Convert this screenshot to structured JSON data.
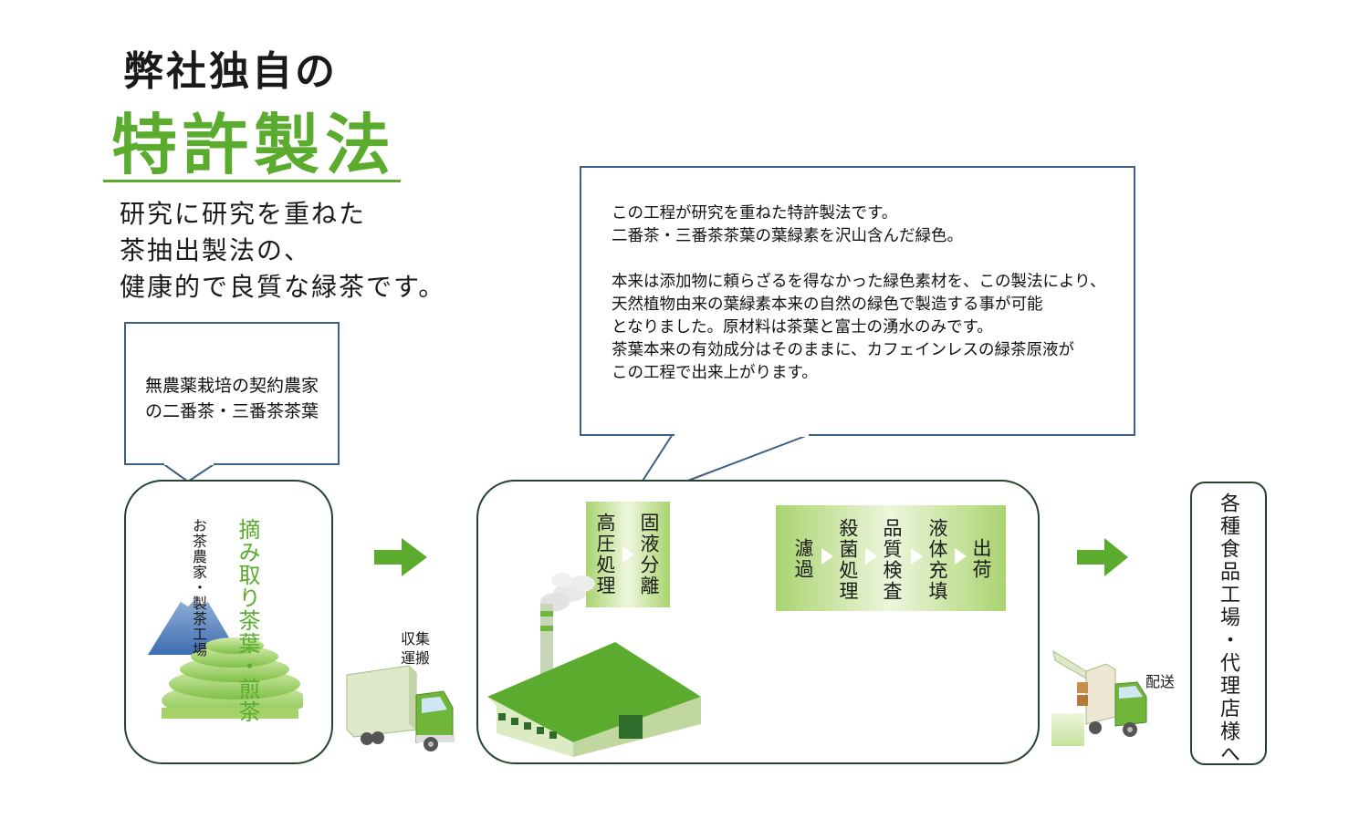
{
  "header": {
    "title_top": "弊社独自の",
    "title_main": "特許製法",
    "intro_lines": [
      "研究に研究を重ねた",
      "茶抽出製法の、",
      "健康的で良質な緑茶です。"
    ]
  },
  "callout_farm": {
    "lines": [
      "無農薬栽培の契約農家",
      "の二番茶・三番茶茶葉"
    ]
  },
  "callout_process": {
    "lines": [
      "この工程が研究を重ねた特許製法です。",
      "二番茶・三番茶茶葉の葉緑素を沢山含んだ緑色。",
      "",
      "本来は添加物に頼らざるを得なかった緑色素材を、この製法により、",
      "天然植物由来の葉緑素本来の自然の緑色で製造する事が可能",
      "となりました。原材料は茶葉と富士の湧水のみです。",
      "茶葉本来の有効成分はそのままに、カフェインレスの緑茶原液が",
      "この工程で出来上がります。"
    ]
  },
  "stage_farm": {
    "green_cols": [
      "摘み取り茶葉・",
      "煎茶"
    ],
    "dark_cols": [
      "お茶農家・",
      "製茶工場"
    ]
  },
  "truck_collect_label": [
    "収集",
    "運搬"
  ],
  "truck_deliver_label": "配送",
  "process_main": [
    "固液分離",
    "高圧処理"
  ],
  "process_steps": [
    "出荷",
    "液体充填",
    "品質検査",
    "殺菌処理",
    "濾過"
  ],
  "destination": "各種食品工場・代理店様へ",
  "colors": {
    "accent_green": "#5aab2e",
    "callout_border": "#3e5f86",
    "stage_border": "#27432f"
  }
}
